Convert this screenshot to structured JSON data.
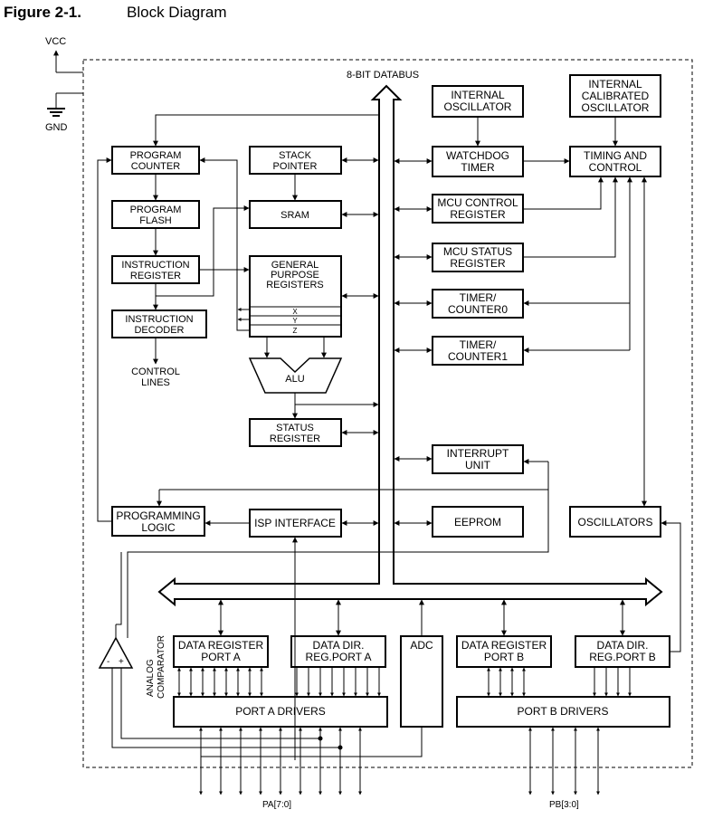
{
  "figure": {
    "number": "Figure 2-1.",
    "title": "Block Diagram"
  },
  "power": {
    "vcc": "VCC",
    "gnd": "GND"
  },
  "databus_label": "8-BIT DATABUS",
  "blocks": {
    "program_counter": [
      "PROGRAM",
      "COUNTER"
    ],
    "program_flash": [
      "PROGRAM",
      "FLASH"
    ],
    "instruction_register": [
      "INSTRUCTION",
      "REGISTER"
    ],
    "instruction_decoder": [
      "INSTRUCTION",
      "DECODER"
    ],
    "control_lines": [
      "CONTROL",
      "LINES"
    ],
    "stack_pointer": [
      "STACK",
      "POINTER"
    ],
    "sram": [
      "SRAM"
    ],
    "gp_registers": [
      "GENERAL",
      "PURPOSE",
      "REGISTERS"
    ],
    "xyz": [
      "X",
      "Y",
      "Z"
    ],
    "alu": "ALU",
    "status_register": [
      "STATUS",
      "REGISTER"
    ],
    "programming_logic": [
      "PROGRAMMING",
      "LOGIC"
    ],
    "isp_interface": [
      "ISP INTERFACE"
    ],
    "internal_oscillator": [
      "INTERNAL",
      "OSCILLATOR"
    ],
    "internal_calibrated_oscillator": [
      "INTERNAL",
      "CALIBRATED",
      "OSCILLATOR"
    ],
    "watchdog_timer": [
      "WATCHDOG",
      "TIMER"
    ],
    "timing_and_control": [
      "TIMING AND",
      "CONTROL"
    ],
    "mcu_control_register": [
      "MCU CONTROL",
      "REGISTER"
    ],
    "mcu_status_register": [
      "MCU STATUS",
      "REGISTER"
    ],
    "timer_counter0": [
      "TIMER/",
      "COUNTER0"
    ],
    "timer_counter1": [
      "TIMER/",
      "COUNTER1"
    ],
    "interrupt_unit": [
      "INTERRUPT",
      "UNIT"
    ],
    "eeprom": [
      "EEPROM"
    ],
    "oscillators": [
      "OSCILLATORS"
    ],
    "data_register_port_a": [
      "DATA REGISTER",
      "PORT A"
    ],
    "data_dir_reg_port_a": [
      "DATA DIR.",
      "REG.PORT A"
    ],
    "adc": [
      "ADC"
    ],
    "data_register_port_b": [
      "DATA REGISTER",
      "PORT B"
    ],
    "data_dir_reg_port_b": [
      "DATA DIR.",
      "REG.PORT B"
    ],
    "port_a_drivers": [
      "PORT A DRIVERS"
    ],
    "port_b_drivers": [
      "PORT B DRIVERS"
    ]
  },
  "analog_comparator": {
    "label": [
      "ANALOG",
      "COMPARATOR"
    ],
    "minus": "-",
    "plus": "+"
  },
  "pins": {
    "port_a": "PA[7:0]",
    "port_b": "PB[3:0]"
  }
}
